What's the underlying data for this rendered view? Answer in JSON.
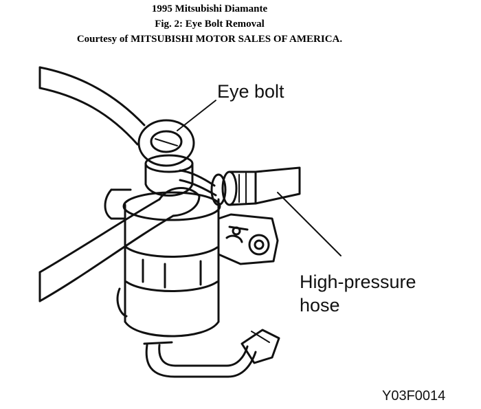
{
  "caption": {
    "line1": "1995 Mitsubishi Diamante",
    "line2": "Fig. 2: Eye Bolt Removal",
    "line3": "Courtesy of MITSUBISHI MOTOR SALES OF AMERICA."
  },
  "labels": {
    "eye_bolt": "Eye bolt",
    "high_pressure_line1": "High-pressure",
    "high_pressure_line2": "hose"
  },
  "figure_code": "Y03F0014"
}
